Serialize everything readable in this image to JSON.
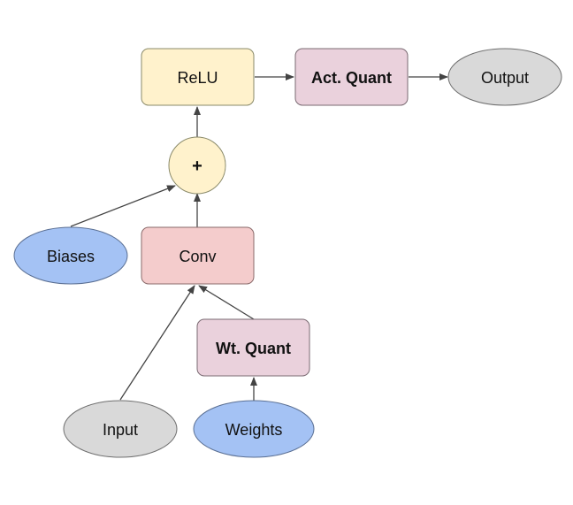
{
  "nodes": {
    "relu": {
      "label": "ReLU",
      "fill": "#fff2cc",
      "stroke": "#8a8a6a"
    },
    "actquant": {
      "label": "Act. Quant",
      "fill": "#ead1dc",
      "stroke": "#7a6a72"
    },
    "output": {
      "label": "Output",
      "fill": "#d9d9d9",
      "stroke": "#6f6f6f"
    },
    "add": {
      "label": "+",
      "fill": "#fff2cc",
      "stroke": "#8a8a6a"
    },
    "biases": {
      "label": "Biases",
      "fill": "#a4c2f4",
      "stroke": "#5a6f93"
    },
    "conv": {
      "label": "Conv",
      "fill": "#f4cccc",
      "stroke": "#8a6a6a"
    },
    "wtquant": {
      "label": "Wt. Quant",
      "fill": "#ead1dc",
      "stroke": "#7a6a72"
    },
    "input": {
      "label": "Input",
      "fill": "#d9d9d9",
      "stroke": "#6f6f6f"
    },
    "weights": {
      "label": "Weights",
      "fill": "#a4c2f4",
      "stroke": "#5a6f93"
    }
  },
  "edges": [
    {
      "from": "Input",
      "to": "Conv"
    },
    {
      "from": "Weights",
      "to": "Wt. Quant"
    },
    {
      "from": "Wt. Quant",
      "to": "Conv"
    },
    {
      "from": "Conv",
      "to": "+"
    },
    {
      "from": "Biases",
      "to": "+"
    },
    {
      "from": "+",
      "to": "ReLU"
    },
    {
      "from": "ReLU",
      "to": "Act. Quant"
    },
    {
      "from": "Act. Quant",
      "to": "Output"
    }
  ],
  "edge_color": "#444444"
}
